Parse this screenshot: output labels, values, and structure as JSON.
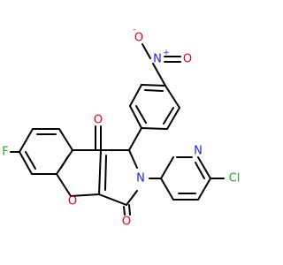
{
  "colors": {
    "carbon_bond": "#000000",
    "oxygen": "#e8001c",
    "nitrogen": "#1f23e6",
    "fluorine": "#34a52a",
    "chlorine": "#2e9f25"
  },
  "atoms": {
    "nitro_o_top": "O",
    "nitro_o_top_charge": "-",
    "nitro_n": "N",
    "nitro_n_charge": "+",
    "nitro_o_right": "O",
    "fluorine": "F",
    "ketone_o_top": "O",
    "ring_n": "N",
    "pyridine_n": "N",
    "chlorine": "Cl",
    "ring_o": "O",
    "ketone_o_bottom": "O"
  }
}
